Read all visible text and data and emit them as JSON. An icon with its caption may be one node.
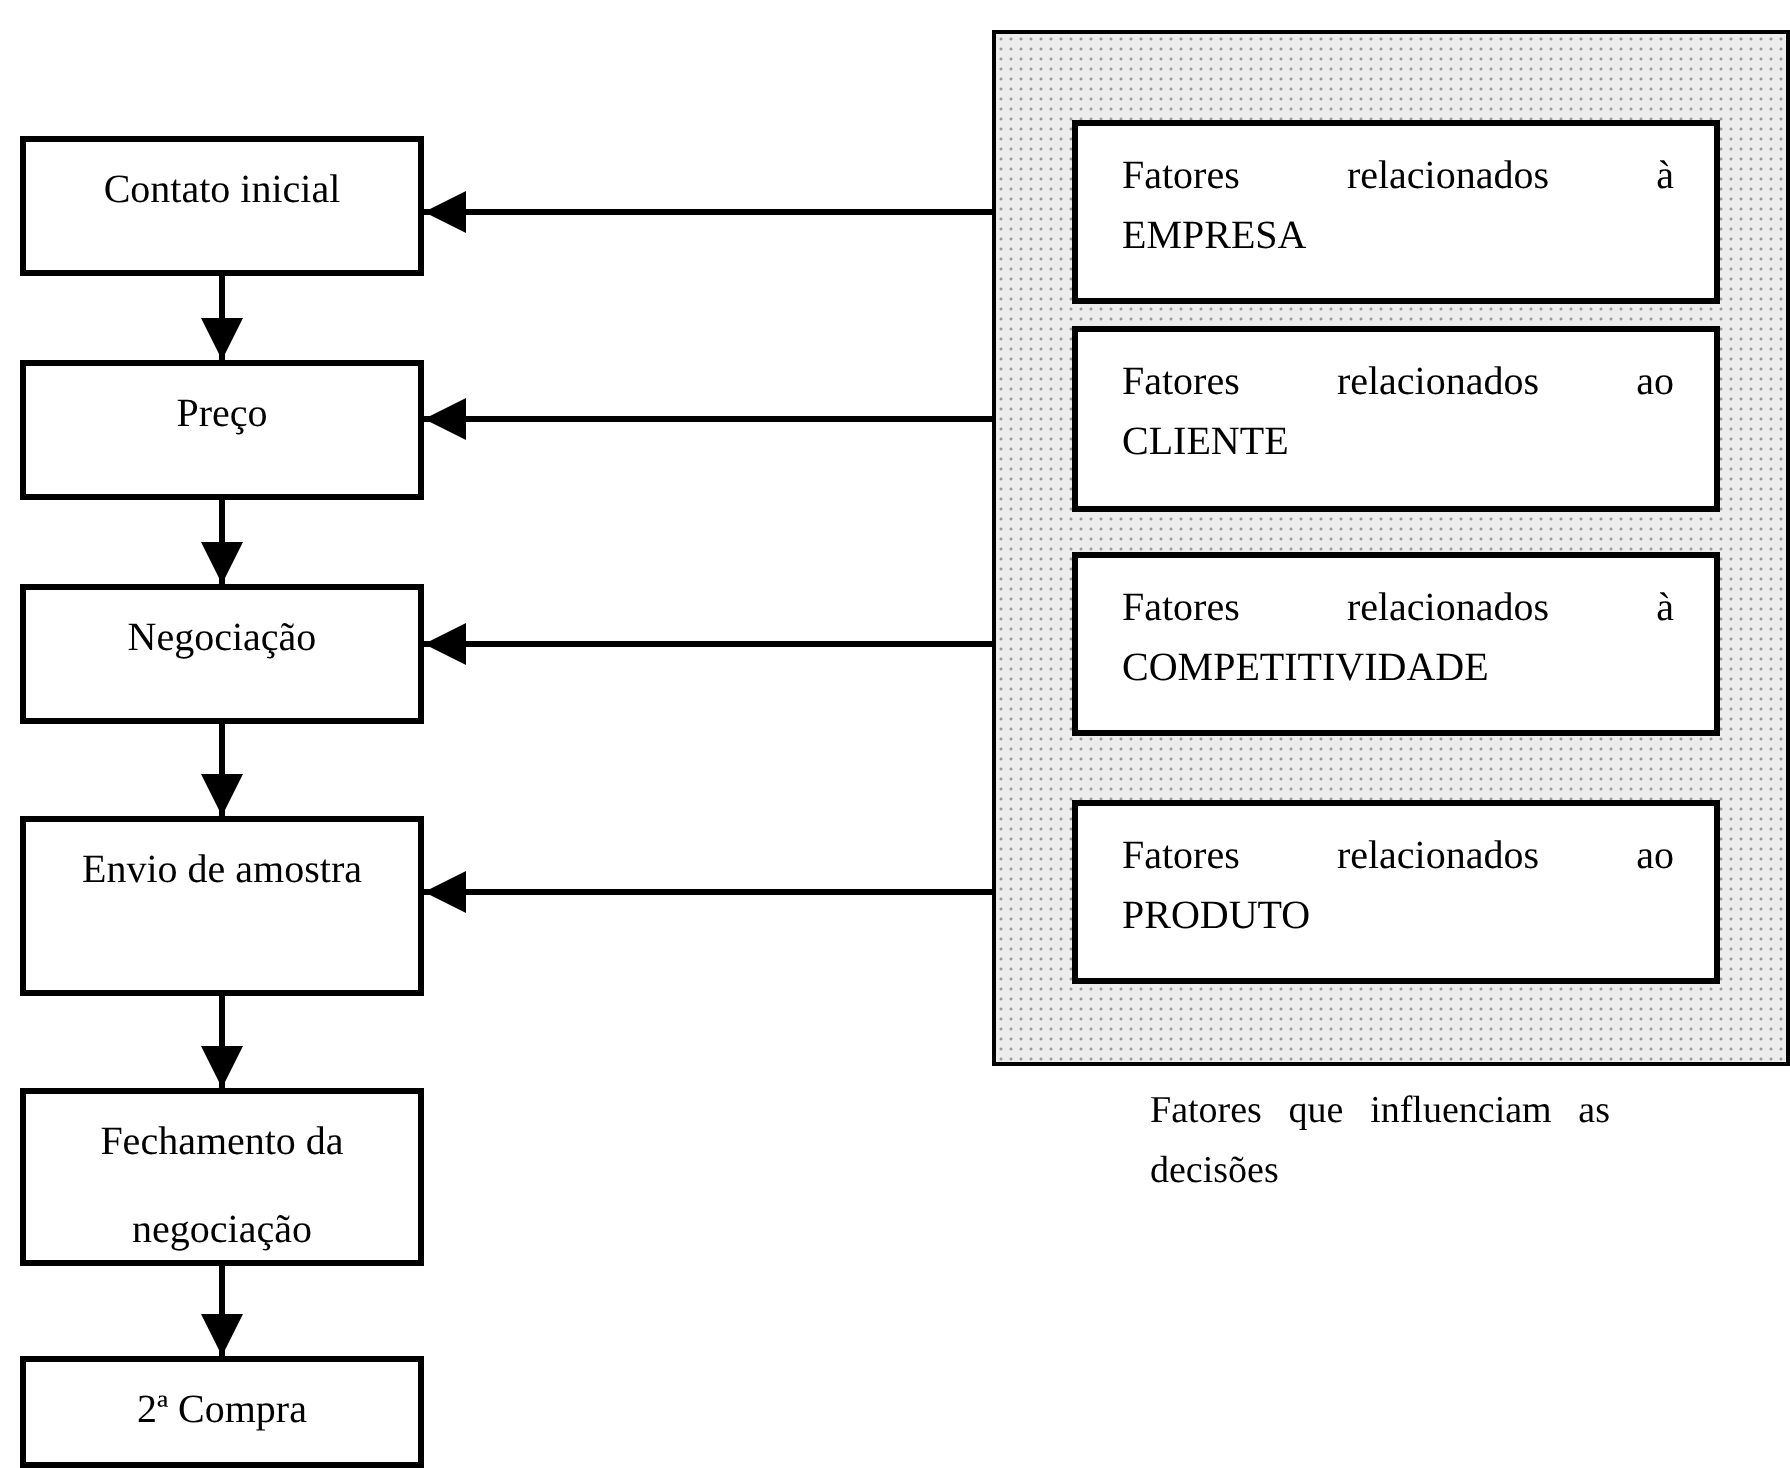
{
  "diagram": {
    "nodes": [
      {
        "text": [
          "Contato inicial"
        ]
      },
      {
        "text": [
          "Preço"
        ]
      },
      {
        "text": [
          "Negociação"
        ]
      },
      {
        "text": [
          "Envio de amostra"
        ]
      },
      {
        "text": [
          "Fechamento da negociação"
        ]
      },
      {
        "text": [
          "2ª Compra"
        ]
      },
      {
        "text": [
          "Fatores que influenciam as decisões"
        ]
      },
      {
        "text": [
          "Fatores relacionados à EMPRESA"
        ],
        "in": 6
      },
      {
        "text": [
          "Fatores relacionados ao CLIENTE"
        ],
        "in": 6
      },
      {
        "text": [
          "Fatores relacionados à COMPETITIVIDADE"
        ],
        "in": 6
      },
      {
        "text": [
          "Fatores relacionados ao PRODUTO"
        ],
        "in": 6
      }
    ],
    "edges": [
      {
        "from": 0,
        "to": 1,
        "arrow": "to"
      },
      {
        "from": 1,
        "to": 2,
        "arrow": "to"
      },
      {
        "from": 2,
        "to": 3,
        "arrow": "to"
      },
      {
        "from": 3,
        "to": 4,
        "arrow": "to"
      },
      {
        "from": 4,
        "to": 5,
        "arrow": "to"
      },
      {
        "from": 7,
        "to": 0,
        "arrow": "to"
      },
      {
        "from": 8,
        "to": 1,
        "arrow": "to"
      },
      {
        "from": 9,
        "to": 2,
        "arrow": "to"
      },
      {
        "from": 10,
        "to": 3,
        "arrow": "to"
      }
    ]
  }
}
